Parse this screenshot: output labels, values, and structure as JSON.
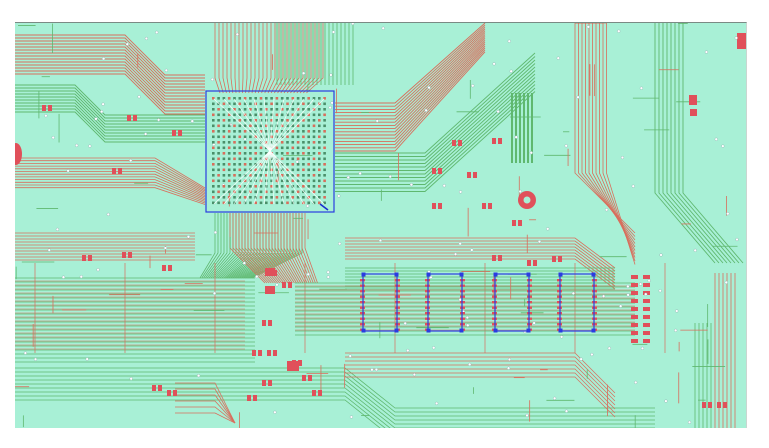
{
  "app": {
    "view": "pcb-layout-canvas"
  },
  "colors": {
    "board": "#a8f0d6",
    "trace_top": "#d86e5c",
    "trace_bottom": "#5fb86f",
    "pad": "#e0505a",
    "outline": "#2b3ce0",
    "via": "#ffffff"
  },
  "components": [
    {
      "ref": "bga-main",
      "kind": "bga",
      "selected": true
    },
    {
      "ref": "ic-1",
      "kind": "soic",
      "selected": true
    },
    {
      "ref": "ic-2",
      "kind": "soic",
      "selected": true
    },
    {
      "ref": "ic-3",
      "kind": "soic",
      "selected": true
    },
    {
      "ref": "ic-4",
      "kind": "soic",
      "selected": true
    }
  ]
}
